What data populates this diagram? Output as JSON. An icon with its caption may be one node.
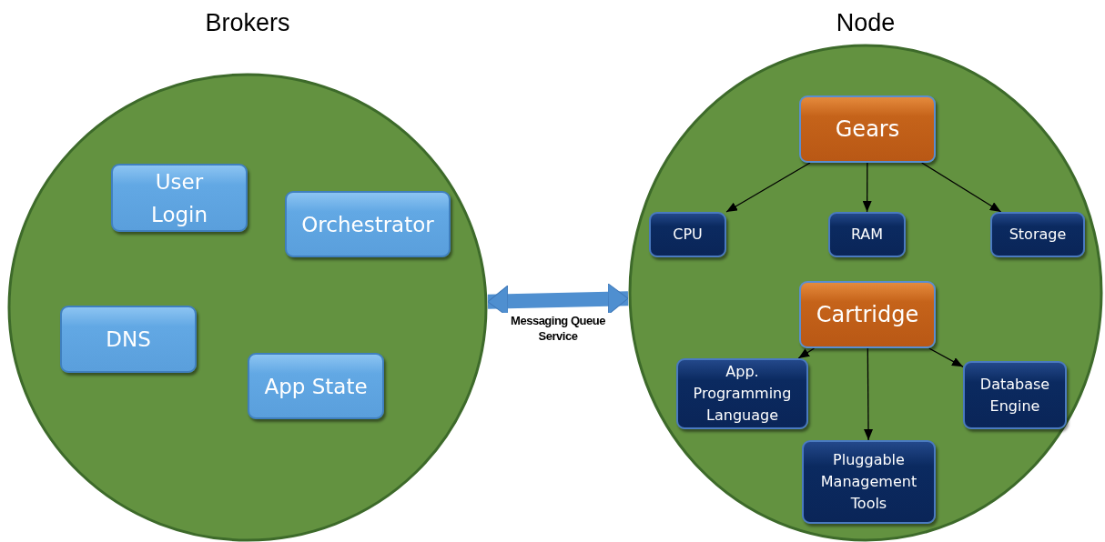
{
  "diagram": {
    "nodes": [
      {
        "text": [
          "Brokers"
        ]
      },
      {
        "text": [
          "User Login"
        ],
        "in": 0
      },
      {
        "text": [
          "Orchestrator"
        ],
        "in": 0
      },
      {
        "text": [
          "DNS"
        ],
        "in": 0
      },
      {
        "text": [
          "App State"
        ],
        "in": 0
      },
      {
        "text": [
          "Node"
        ]
      },
      {
        "text": [
          "Gears"
        ],
        "in": 5
      },
      {
        "text": [
          "CPU"
        ],
        "in": 5
      },
      {
        "text": [
          "RAM"
        ],
        "in": 5
      },
      {
        "text": [
          "Storage"
        ],
        "in": 5
      },
      {
        "text": [
          "Cartridge"
        ],
        "in": 5
      },
      {
        "text": [
          "App. Programming Language"
        ],
        "in": 5
      },
      {
        "text": [
          "Database Engine"
        ],
        "in": 5
      },
      {
        "text": [
          "Pluggable Management Tools"
        ],
        "in": 5
      }
    ],
    "edges": [
      {
        "from": 0,
        "to": 5,
        "arrow": "both",
        "label": "Messaging Queue Service",
        "style": "thick",
        "color": "#4f8fd0"
      },
      {
        "from": 6,
        "to": 7,
        "arrow": "to"
      },
      {
        "from": 6,
        "to": 8,
        "arrow": "to"
      },
      {
        "from": 6,
        "to": 9,
        "arrow": "to"
      },
      {
        "from": 10,
        "to": 11,
        "arrow": "to"
      },
      {
        "from": 10,
        "to": 13,
        "arrow": "to"
      },
      {
        "from": 10,
        "to": 12,
        "arrow": "to"
      }
    ]
  }
}
